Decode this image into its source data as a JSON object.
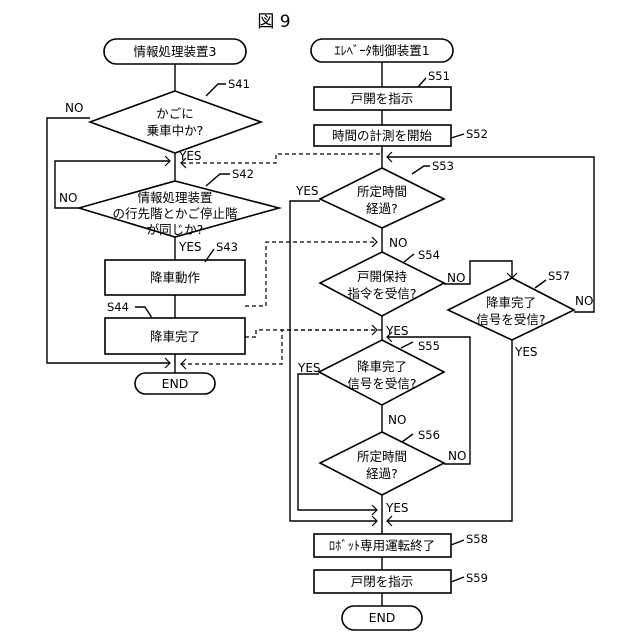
{
  "figure": {
    "title": "図 9"
  },
  "left": {
    "header": "情報処理装置3",
    "s41": {
      "step": "S41",
      "text": [
        "かごに",
        "乗車中か?"
      ],
      "no": "NO",
      "yes": "YES"
    },
    "s42": {
      "step": "S42",
      "text": [
        "情報処理装置",
        "の行先階とかご停止階",
        "が同じか?"
      ],
      "no": "NO",
      "yes": "YES"
    },
    "s43": {
      "step": "S43",
      "text": "降車動作"
    },
    "s44": {
      "step": "S44",
      "text": "降車完了"
    },
    "end": "END"
  },
  "right": {
    "header": "ｴﾚﾍﾞｰﾀ制御装置1",
    "s51": {
      "step": "S51",
      "text": "戸開を指示"
    },
    "s52": {
      "step": "S52",
      "text": "時間の計測を開始"
    },
    "s53": {
      "step": "S53",
      "text": [
        "所定時間",
        "経過?"
      ],
      "yes": "YES",
      "no": "NO"
    },
    "s54": {
      "step": "S54",
      "text": [
        "戸開保持",
        "指令を受信?"
      ],
      "no": "NO",
      "yes": "YES"
    },
    "s57": {
      "step": "S57",
      "text": [
        "降車完了",
        "信号を受信?"
      ],
      "no": "NO",
      "yes": "YES"
    },
    "s55": {
      "step": "S55",
      "text": [
        "降車完了",
        "信号を受信?"
      ],
      "yes": "YES",
      "no": "NO"
    },
    "s56": {
      "step": "S56",
      "text": [
        "所定時間",
        "経過?"
      ],
      "no": "NO",
      "yes": "YES"
    },
    "s58": {
      "step": "S58",
      "text": "ﾛﾎﾞｯﾄ専用運転終了"
    },
    "s59": {
      "step": "S59",
      "text": "戸閉を指示"
    },
    "end": "END"
  }
}
